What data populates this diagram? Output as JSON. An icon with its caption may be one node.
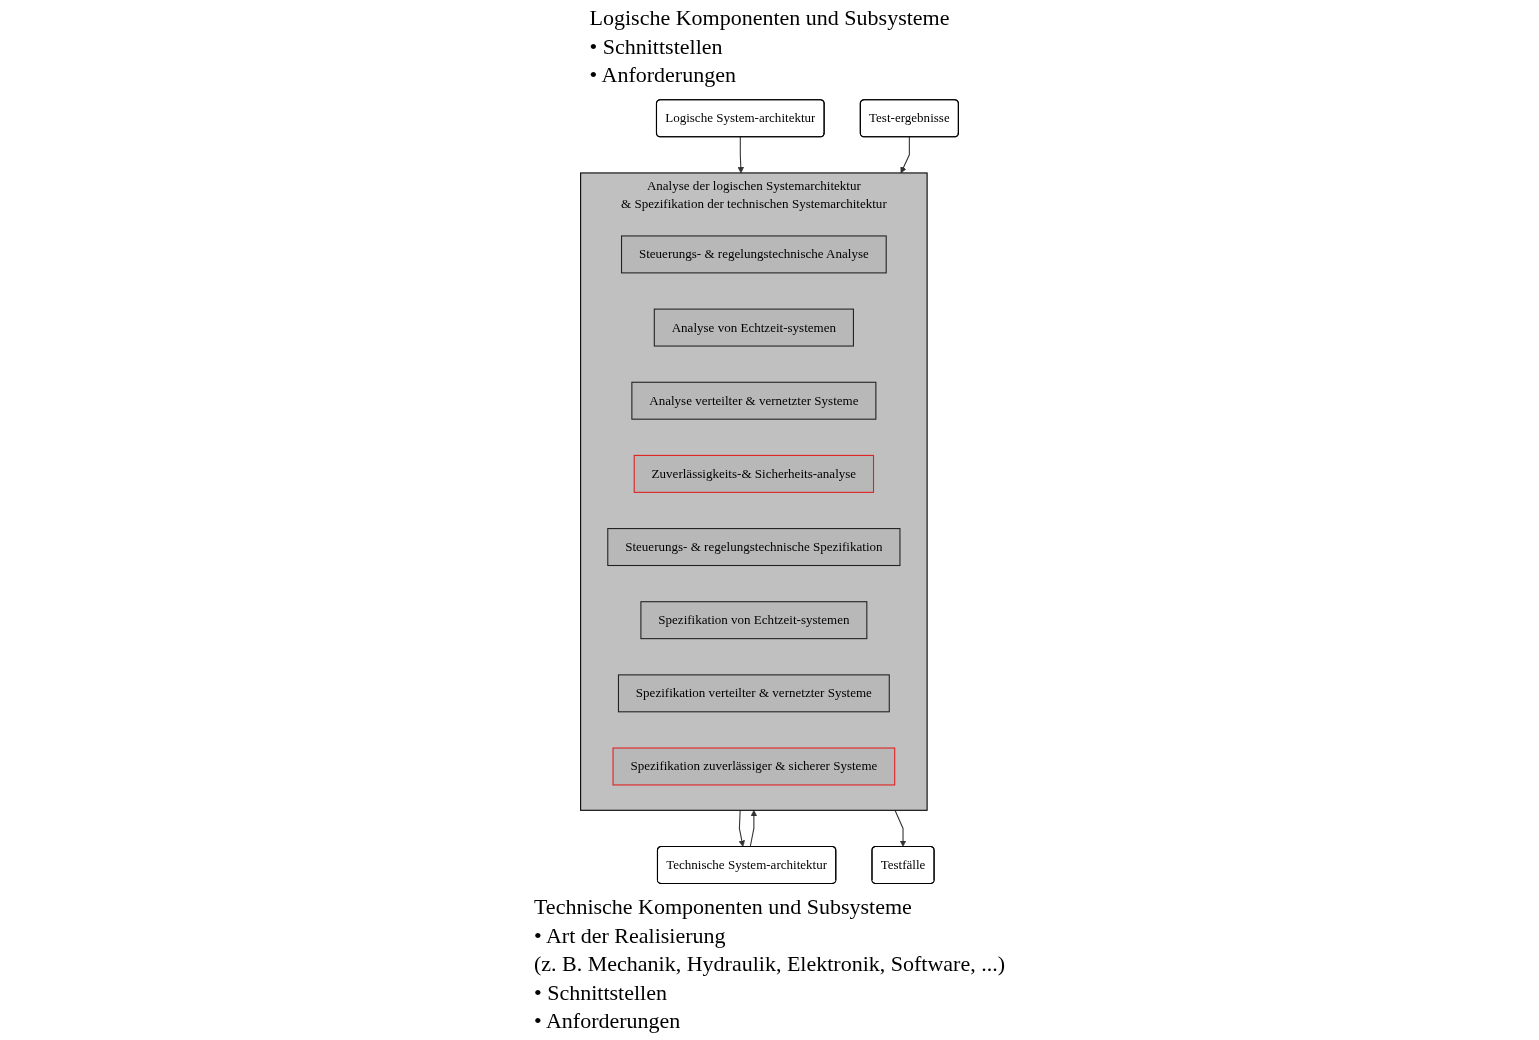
{
  "diagram": {
    "nodes": [
      {
        "text": [
          "Logische System-architektur"
        ]
      },
      {
        "text": [
          "Test-ergebnisse"
        ]
      },
      {
        "text": [
          "Analyse der logischen Systemarchitektur",
          "& Spezifikation der technischen Systemarchitektur"
        ]
      },
      {
        "text": [
          "Steuerungs- & regelungstechnische Analyse"
        ],
        "in": 2
      },
      {
        "text": [
          "Analyse von Echtzeit-systemen"
        ],
        "in": 2
      },
      {
        "text": [
          "Analyse verteilter & vernetzter Systeme"
        ],
        "in": 2
      },
      {
        "text": [
          "Zuverlässigkeits-& Sicherheits-analyse"
        ],
        "in": 2
      },
      {
        "text": [
          "Steuerungs- & regelungstechnische Spezifikation"
        ],
        "in": 2
      },
      {
        "text": [
          "Spezifikation von Echtzeit-systemen"
        ],
        "in": 2
      },
      {
        "text": [
          "Spezifikation verteilter & vernetzter Systeme"
        ],
        "in": 2
      },
      {
        "text": [
          "Spezifikation zuverlässiger & sicherer Systeme"
        ],
        "in": 2
      },
      {
        "text": [
          "Technische System-architektur"
        ]
      },
      {
        "text": [
          "Testfälle"
        ]
      }
    ],
    "edges": [
      {
        "from": 0,
        "to": 2,
        "arrow": "to"
      },
      {
        "from": 11,
        "to": 2,
        "arrow": "to"
      },
      {
        "from": 1,
        "to": 2,
        "arrow": "to"
      },
      {
        "from": 2,
        "to": 11,
        "arrow": "to"
      },
      {
        "from": 2,
        "to": 12,
        "arrow": "to"
      }
    ],
    "labels": [
      "Logische Komponenten und Subsysteme",
      "• Schnittstellen",
      "• Anforderungen",
      "Technische Komponenten und Subsysteme",
      "• Art der Realisierung",
      "(z. B. Mechanik, Hydraulik, Elektronik, Software, ...)",
      "• Schnittstellen",
      "• Anforderungen"
    ]
  }
}
